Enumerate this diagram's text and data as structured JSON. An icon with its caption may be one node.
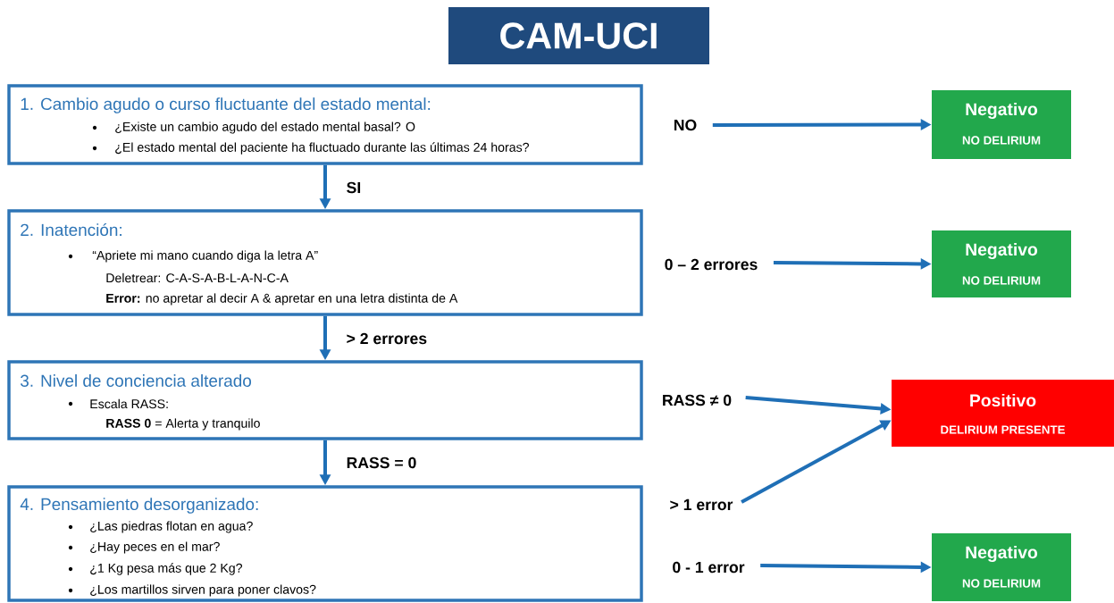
{
  "diagram": {
    "title": "CAM-UCI",
    "nodes": [
      {
        "text": [
          "1. Cambio agudo o curso fluctuante del estado mental:",
          "¿Existe un cambio agudo del estado mental basal? O",
          "¿El estado mental del paciente ha fluctuado durante las últimas 24 horas?"
        ]
      },
      {
        "text": [
          "NO"
        ]
      },
      {
        "text": [
          "Negativo",
          "NO DELIRIUM"
        ]
      },
      {
        "text": [
          "2. Inatención:",
          "“Apriete mi mano cuando diga la letra A”",
          "Deletrear: C-A-S-A-B-L-A-N-C-A",
          "**Error:** no apretar al decir A & apretar en una letra distinta de A"
        ]
      },
      {
        "text": [
          "0 – 2 errores"
        ]
      },
      {
        "text": [
          "Negativo",
          "NO DELIRIUM"
        ]
      },
      {
        "text": [
          "3. Nivel de conciencia alterado",
          "Escala RASS:",
          "**RASS 0** = Alerta y tranquilo"
        ]
      },
      {
        "text": [
          "RASS ≠ 0"
        ]
      },
      {
        "text": [
          "Positivo",
          "DELIRIUM PRESENTE"
        ]
      },
      {
        "text": [
          "4. Pensamiento desorganizado:",
          "¿Las piedras flotan en agua?",
          "¿Hay peces en el mar?",
          "¿1 Kg pesa más que 2 Kg?",
          "¿Los martillos sirven para poner clavos?"
        ]
      },
      {
        "text": [
          "> 1 error"
        ]
      },
      {
        "text": [
          "0 - 1 error"
        ]
      },
      {
        "text": [
          "Negativo",
          "NO DELIRIUM"
        ]
      }
    ],
    "edges": [
      {
        "from": 0,
        "to": 3,
        "arrow": "to",
        "label": "SI"
      },
      {
        "from": 3,
        "to": 6,
        "arrow": "to",
        "label": "> 2 errores"
      },
      {
        "from": 6,
        "to": 9,
        "arrow": "to",
        "label": "RASS = 0"
      },
      {
        "from": 1,
        "to": 2,
        "arrow": "to"
      },
      {
        "from": 4,
        "to": 5,
        "arrow": "to"
      },
      {
        "from": 7,
        "to": 8,
        "arrow": "to"
      },
      {
        "from": 10,
        "to": 8,
        "arrow": "to"
      },
      {
        "from": 11,
        "to": 12,
        "arrow": "to"
      }
    ]
  }
}
